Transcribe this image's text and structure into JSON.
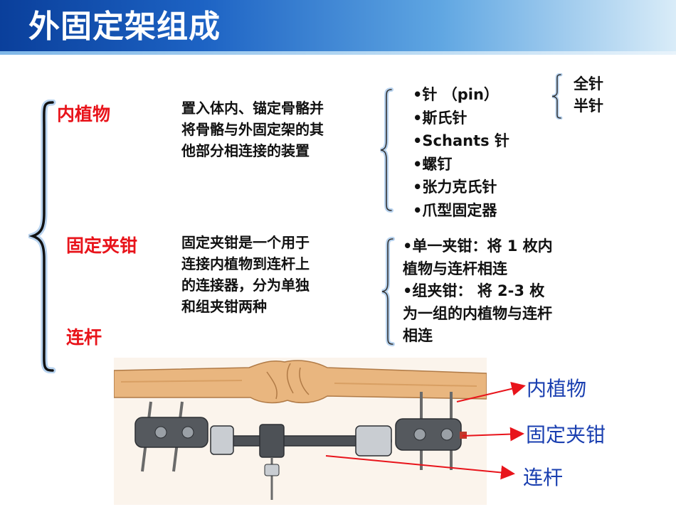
{
  "title": "外固定架组成",
  "components": {
    "implant": "内植物",
    "clamp": "固定夹钳",
    "rod": "连杆"
  },
  "descriptions": {
    "implant": [
      "置入体内、锚定骨骼并",
      "将骨骼与外固定架的其",
      "他部分相连接的装置"
    ],
    "clamp": [
      "固定夹钳是一个用于",
      "连接内植物到连杆上",
      "的连接器，分为单独",
      "和组夹钳两种"
    ]
  },
  "implant_types": [
    "•针  （pin）",
    "•斯氏针",
    "•Schants  针",
    "•螺钉",
    "•张力克氏针",
    "•爪型固定器"
  ],
  "pin_types": [
    "全针",
    "半针"
  ],
  "clamp_types": [
    "•单一夹钳：将 1 枚内",
    "植物与连杆相连",
    "•组夹钳：    将 2-3 枚",
    "为一组的内植物与连杆",
    "相连"
  ],
  "diagram_labels": {
    "implant": "内植物",
    "clamp": "固定夹钳",
    "rod": "连杆"
  },
  "colors": {
    "banner_dark": "#0a3f9b",
    "banner_light": "#d9ecf8",
    "label_red": "#e8141b",
    "label_blue": "#1a3fb0",
    "arrow_red": "#e8141b",
    "bone": "#e9b67f"
  }
}
